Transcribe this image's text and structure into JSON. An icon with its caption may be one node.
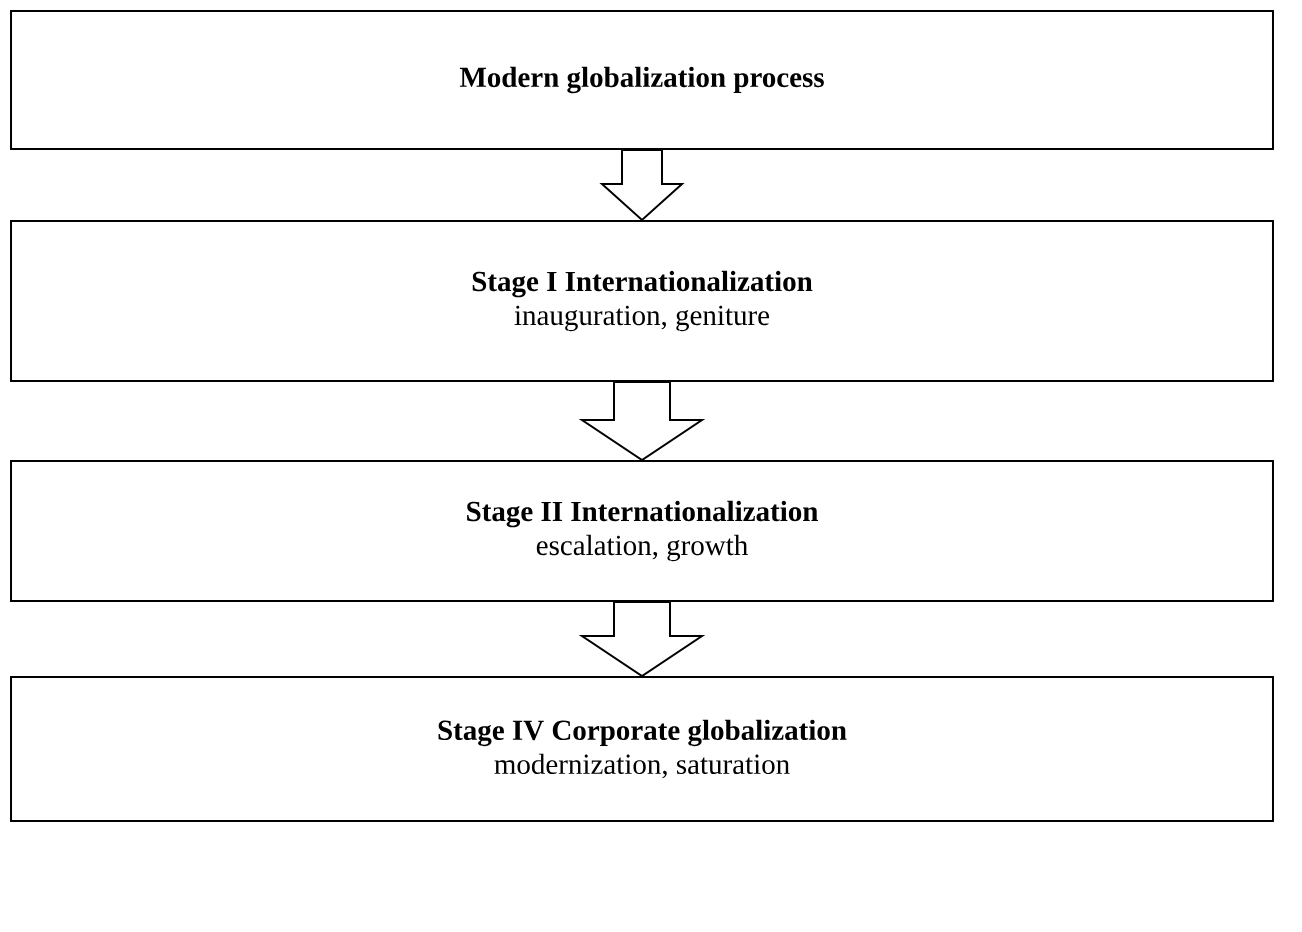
{
  "diagram": {
    "nodes": [
      {
        "text": [
          "Modern globalization process"
        ]
      },
      {
        "text": [
          "Stage I Internationalization",
          "inauguration, geniture"
        ]
      },
      {
        "text": [
          "Stage II Internationalization",
          "escalation, growth"
        ]
      },
      {
        "text": [
          "Stage IV Corporate globalization",
          "modernization, saturation"
        ]
      }
    ],
    "edges": [
      {
        "from": 0,
        "to": 1,
        "arrow": "to"
      },
      {
        "from": 1,
        "to": 2,
        "arrow": "to"
      },
      {
        "from": 2,
        "to": 3,
        "arrow": "to"
      }
    ]
  }
}
